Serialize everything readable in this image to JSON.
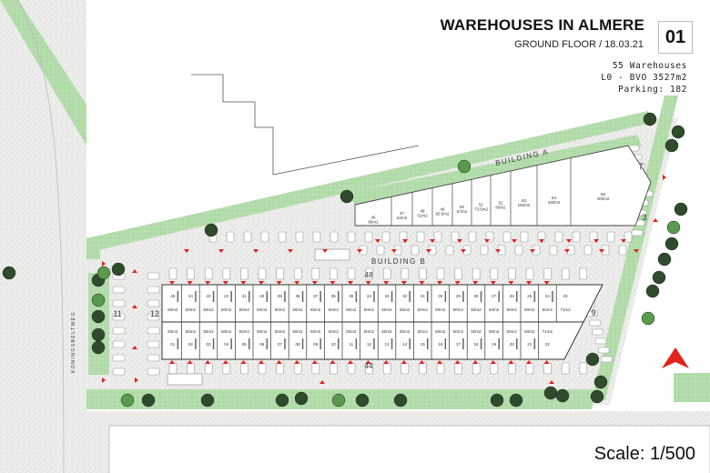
{
  "title": "WAREHOUSES IN ALMERE",
  "subtitle": "GROUND FLOOR / 18.03.21",
  "sheet_number": "01",
  "stats": {
    "warehouses": "55 Warehouses",
    "area": "L0 - BVO 3527m2",
    "parking": "Parking: 182"
  },
  "scale": "Scale: 1/500",
  "street_name": "KONINGSBELTWEG",
  "building_a": {
    "label": "BUILDING A",
    "units": [
      {
        "no": "46",
        "area": "80m2"
      },
      {
        "no": "47",
        "area": "52m2"
      },
      {
        "no": "48",
        "area": "51m2"
      },
      {
        "no": "49",
        "area": "65.5m2"
      },
      {
        "no": "50",
        "area": "67m2"
      },
      {
        "no": "51",
        "area": "73.5m2"
      },
      {
        "no": "52",
        "area": "80m2"
      },
      {
        "no": "53",
        "area": "192m2"
      },
      {
        "no": "54",
        "area": "180m2"
      },
      {
        "no": "55",
        "area": "400m2"
      }
    ]
  },
  "building_b": {
    "label": "BUILDING B",
    "top_row": [
      "45",
      "44",
      "43",
      "42",
      "41",
      "40",
      "39",
      "38",
      "37",
      "36",
      "35",
      "34",
      "33",
      "32",
      "31",
      "30",
      "29",
      "28",
      "27",
      "26",
      "25",
      "24",
      "23"
    ],
    "bottom_row": [
      "01",
      "02",
      "03",
      "04",
      "05",
      "06",
      "07",
      "08",
      "09",
      "10",
      "11",
      "12",
      "13",
      "14",
      "15",
      "16",
      "17",
      "18",
      "19",
      "20",
      "21",
      "22"
    ],
    "standard_area": "50m2",
    "end_unit_area": "71m2"
  },
  "parking_labels": [
    "48",
    "44",
    "11",
    "12",
    "9",
    "7",
    "3"
  ],
  "colors": {
    "green": "#a9d9a0",
    "tree": "#2f4a2c",
    "paving": "#e9e9e7",
    "arrow": "#e0231c"
  }
}
